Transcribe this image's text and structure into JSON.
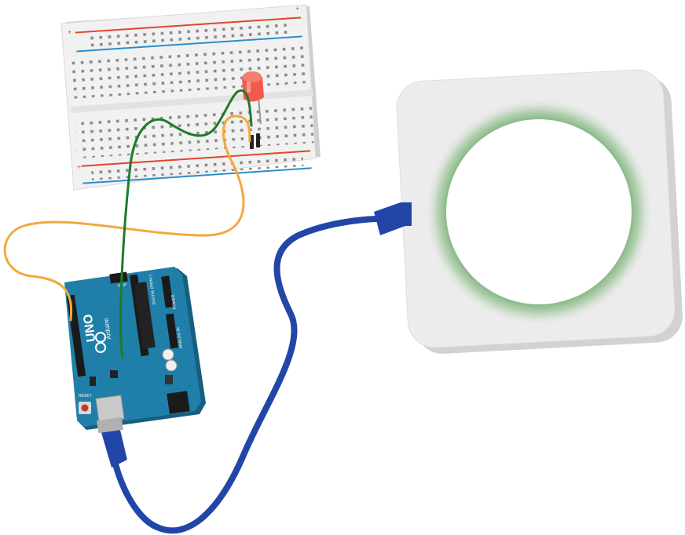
{
  "colors": {
    "breadboard": "#f1f1f1",
    "breadboard_edge": "#dcdcdc",
    "rail_red": "#e0452b",
    "rail_blue": "#2b8fc9",
    "arduino": "#1f7fa8",
    "arduino_dark": "#165f80",
    "wire_green": "#1f7a2c",
    "wire_orange": "#f2a93b",
    "usb_cable": "#2246a8",
    "led": "#f25a4e",
    "hub": "#ececec",
    "hub_edge": "#c9c9c9",
    "hub_glow": "#6fa86c"
  },
  "arduino": {
    "model_label": "UNO",
    "brand_label": "Arduino",
    "reset_label": "RESET",
    "icsp_label": "ICSP",
    "digital_label": "DIGITAL (PWM~)",
    "analog_label": "ANALOG IN",
    "power_label": "POWER"
  },
  "components": {
    "breadboard": "breadboard",
    "led": "red-led",
    "hub": "wireless-hub",
    "cable": "usb-cable"
  }
}
